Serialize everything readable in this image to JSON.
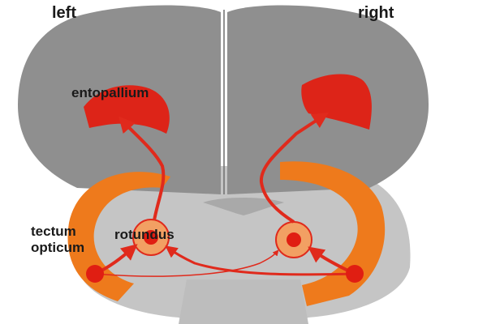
{
  "labels": {
    "left": "left",
    "right": "right",
    "entopallium": "entopallium",
    "rotundus": "rotundus",
    "tectum_line1": "tectum",
    "tectum_line2": "opticum"
  },
  "colors": {
    "cerebrum": "#8f8f8f",
    "cerebrum_edge": "#6f6f6f",
    "brainstem": "#c5c5c5",
    "brainstem_shade": "#adadad",
    "tectum": "#ee7a1c",
    "pathway": "#e02a1c",
    "entopallium": "#dd2418",
    "rotundus_fill": "#f2a063",
    "node": "#e01e12"
  }
}
